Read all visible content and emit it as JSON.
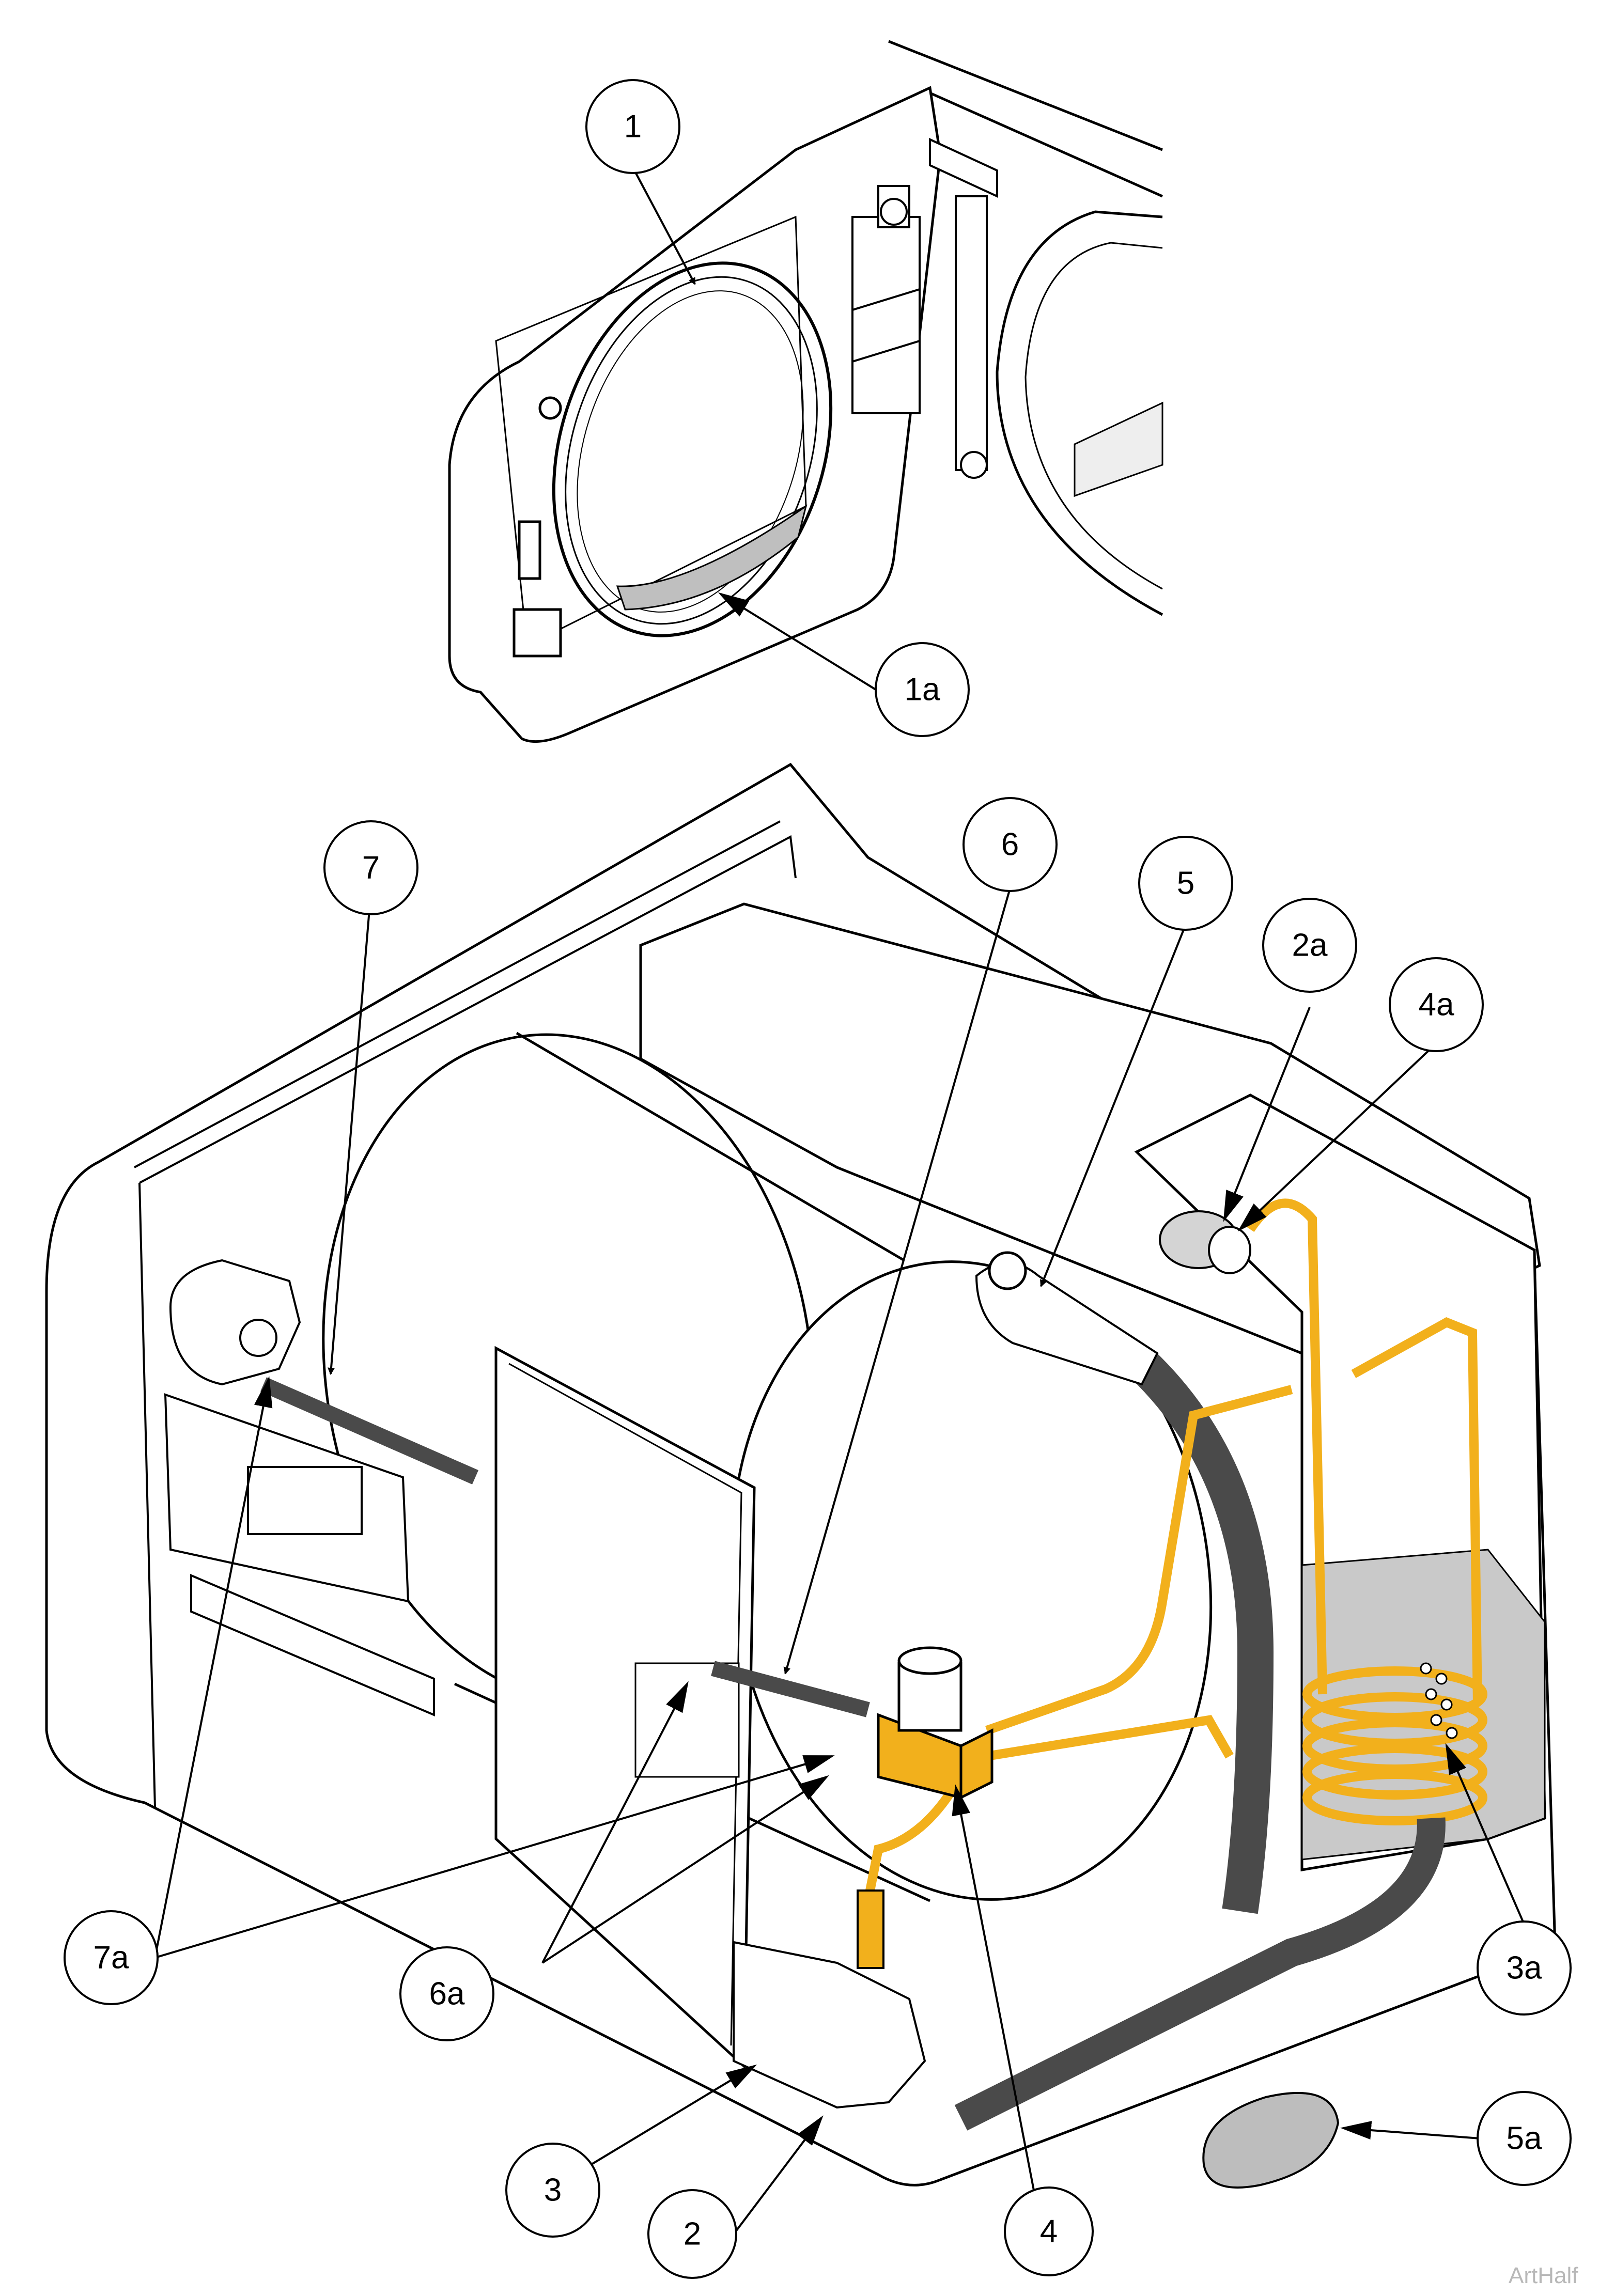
{
  "diagram": {
    "callouts": [
      {
        "id": "c1",
        "label": "1"
      },
      {
        "id": "c1a",
        "label": "1a"
      },
      {
        "id": "c7",
        "label": "7"
      },
      {
        "id": "c6",
        "label": "6"
      },
      {
        "id": "c5",
        "label": "5"
      },
      {
        "id": "c2a",
        "label": "2a"
      },
      {
        "id": "c4a",
        "label": "4a"
      },
      {
        "id": "c7a",
        "label": "7a"
      },
      {
        "id": "c6a",
        "label": "6a"
      },
      {
        "id": "c3a",
        "label": "3a"
      },
      {
        "id": "c5a",
        "label": "5a"
      },
      {
        "id": "c3",
        "label": "3"
      },
      {
        "id": "c2",
        "label": "2"
      },
      {
        "id": "c4",
        "label": "4"
      }
    ],
    "watermark": "ArtHalf",
    "colors": {
      "tubing": "#f2b01c",
      "hose": "#4a4a4a",
      "valve": "#f2b01c",
      "tank_water": "#c9c9c9",
      "line": "#000000",
      "outline_fill": "#ffffff",
      "spill": "#bdbdbd"
    }
  }
}
